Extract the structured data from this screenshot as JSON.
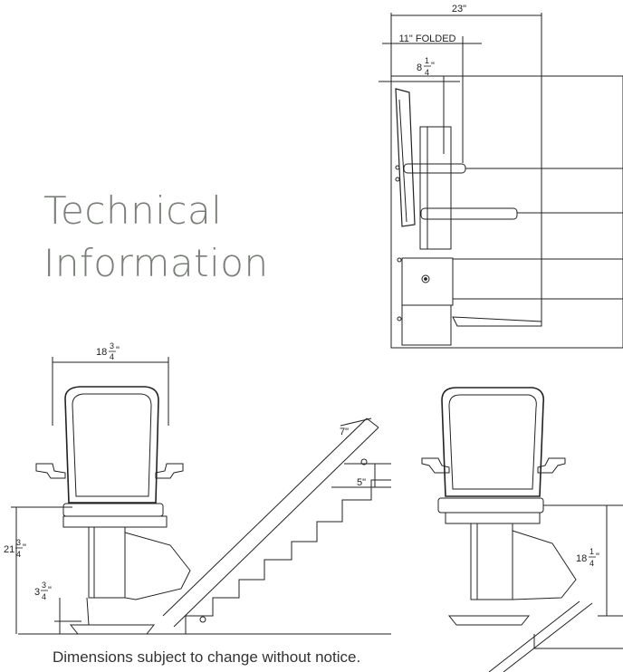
{
  "title_lines": [
    "Technical",
    "Information"
  ],
  "footer_note": "Dimensions subject to change without notice.",
  "dimensions": {
    "overall_depth": "23\"",
    "folded_depth": "11\" FOLDED",
    "seat_depth_whole": "8",
    "seat_depth_num": "1",
    "seat_depth_den": "4",
    "seat_depth_unit": "\"",
    "width_whole": "18",
    "width_num": "3",
    "width_den": "4",
    "width_unit": "\"",
    "seat_height_whole": "21",
    "seat_height_num": "3",
    "seat_height_den": "4",
    "seat_height_unit": "\"",
    "footrest_whole": "3",
    "footrest_num": "3",
    "footrest_den": "4",
    "footrest_unit": "\"",
    "rail_a": "7\"",
    "rail_b": "5\"",
    "right_height_whole": "18",
    "right_height_num": "1",
    "right_height_den": "4",
    "right_height_unit": "\""
  }
}
